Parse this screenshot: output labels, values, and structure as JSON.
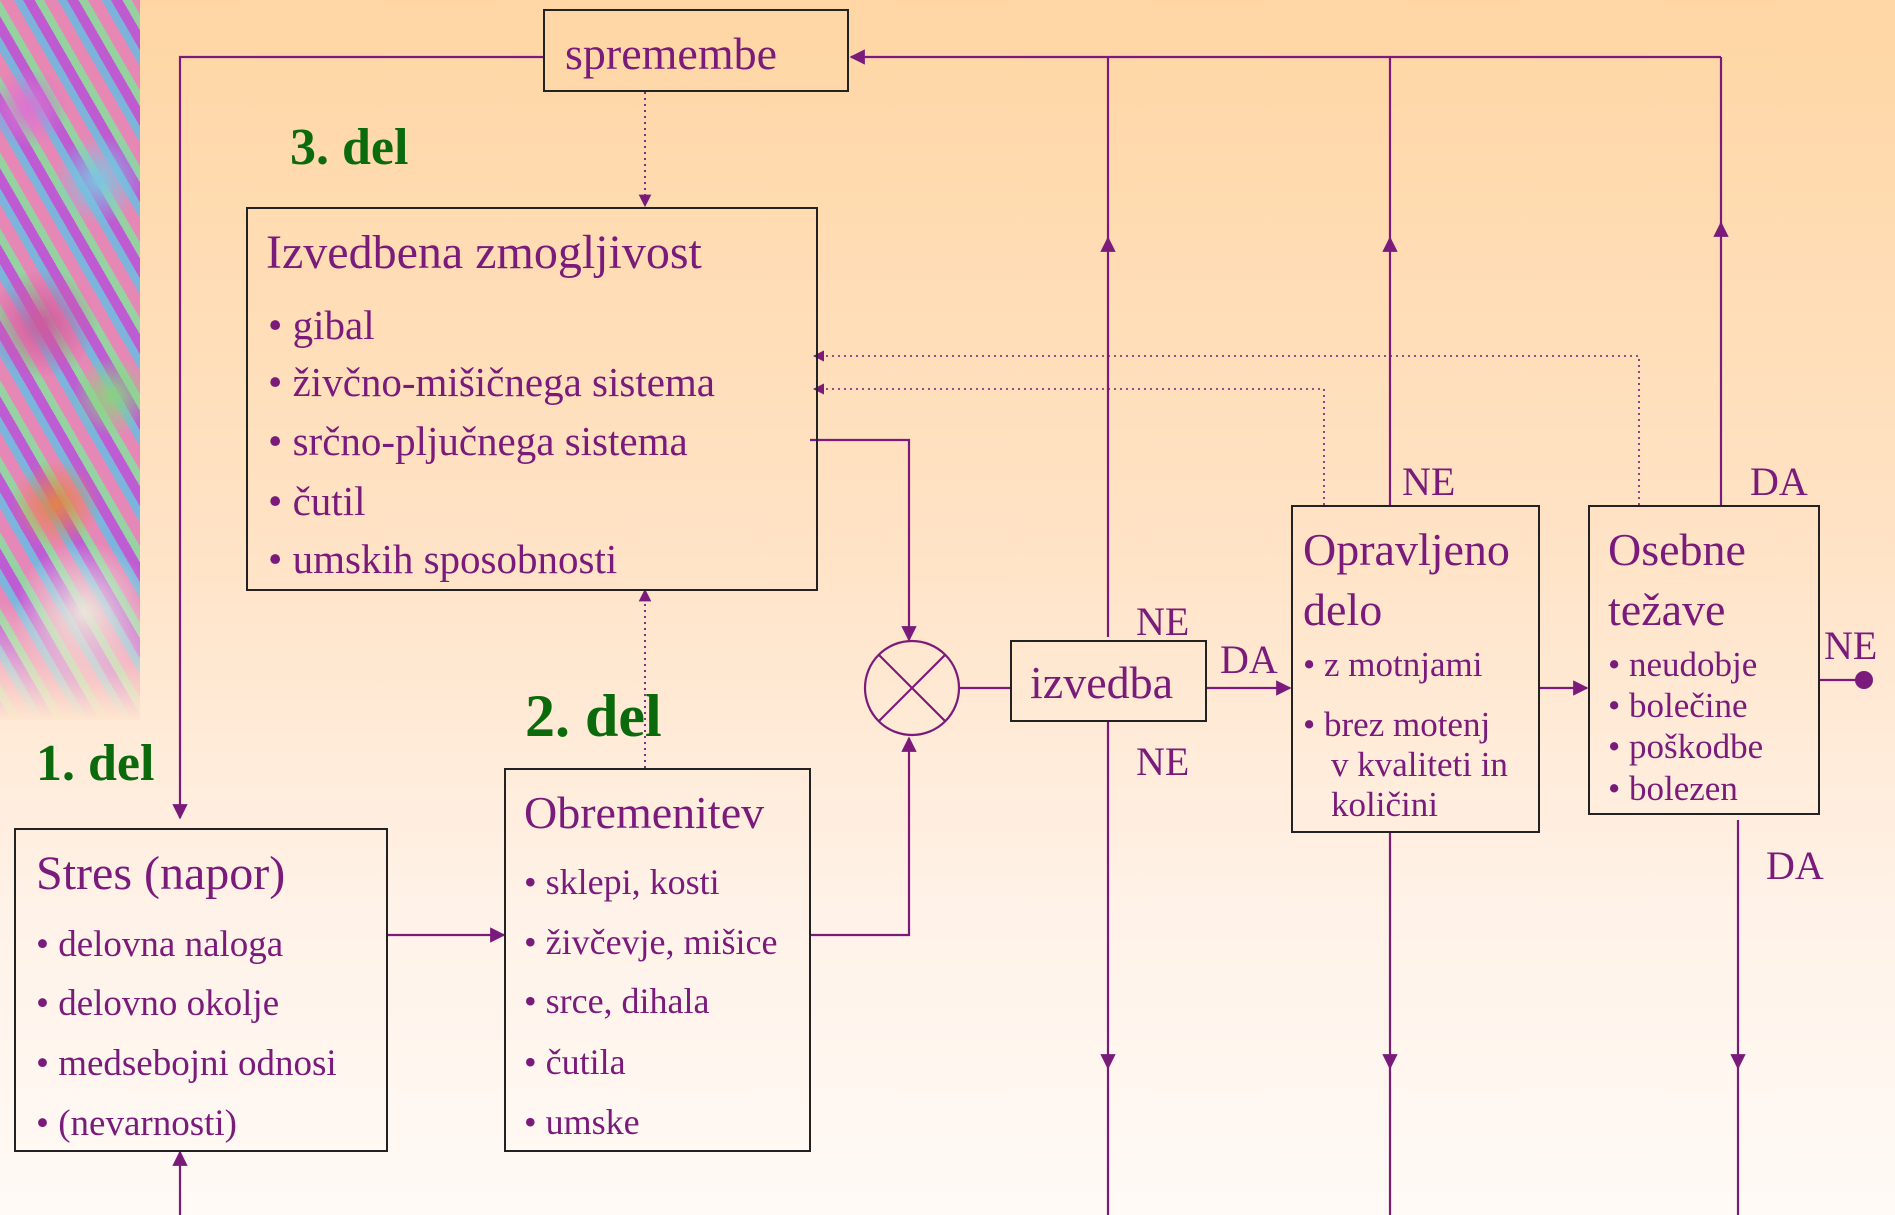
{
  "colors": {
    "line": "#7a1a7a",
    "text": "#7a1a7a",
    "part_label": "#0b6a0b",
    "box_border": "#222222"
  },
  "parts": {
    "part1": "1. del",
    "part2": "2. del",
    "part3": "3. del"
  },
  "nodes": {
    "spremembe": {
      "title": "spremembe"
    },
    "izvedbena": {
      "title": "Izvedbena zmogljivost",
      "items": [
        "• gibal",
        "• živčno-mišičnega sistema",
        "• srčno-pljučnega sistema",
        "• čutil",
        "• umskih sposobnosti"
      ]
    },
    "stres": {
      "title": "Stres (napor)",
      "items": [
        "• delovna naloga",
        "• delovno okolje",
        "• medsebojni odnosi",
        "• (nevarnosti)"
      ]
    },
    "obremenitev": {
      "title": "Obremenitev",
      "items": [
        "• sklepi, kosti",
        "• živčevje, mišice",
        "• srce, dihala",
        "• čutila",
        "• umske"
      ]
    },
    "izvedba": {
      "title": "izvedba"
    },
    "opravljeno": {
      "title_line1": "Opravljeno",
      "title_line2": "delo",
      "items": [
        "•  z motnjami",
        "• brez motenj",
        "v kvaliteti in",
        "količini"
      ]
    },
    "osebne": {
      "title_line1": "Osebne",
      "title_line2": "težave",
      "items": [
        "• neudobje",
        "• bolečine",
        "• poškodbe",
        "• bolezen"
      ]
    }
  },
  "edge_labels": {
    "ne_izvedba_top": "NE",
    "ne_izvedba_bottom": "NE",
    "da_izvedba": "DA",
    "ne_opravljeno": "NE",
    "da_osebne_top": "DA",
    "ne_osebne_right": "NE",
    "da_osebne_bottom": "DA"
  }
}
